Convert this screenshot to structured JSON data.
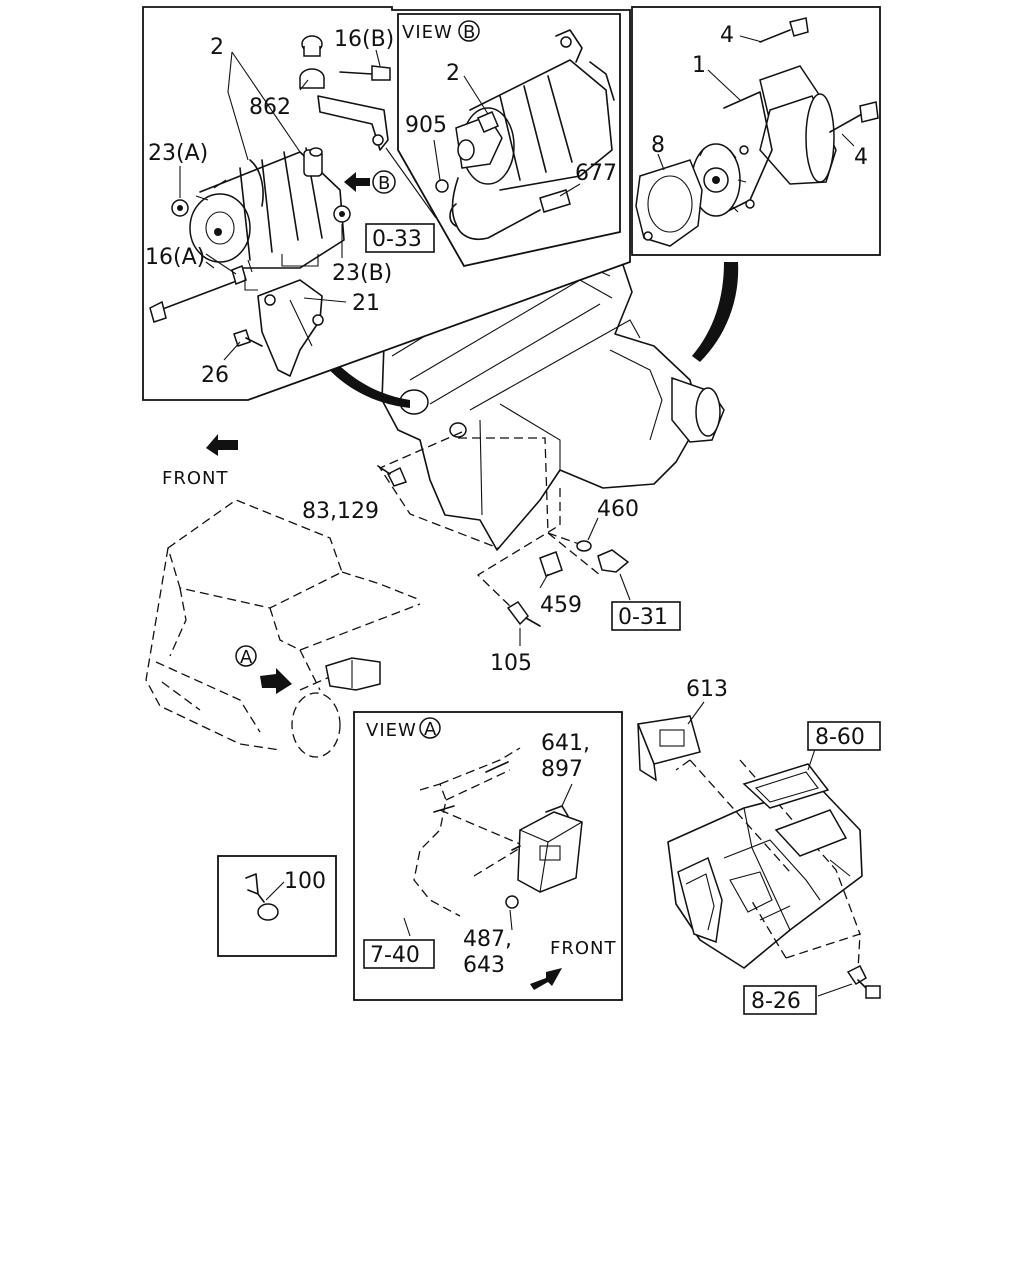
{
  "view_b_title": "VIEW",
  "view_b_letter": "B",
  "view_a_title": "VIEW",
  "view_a_letter": "A",
  "callouts": {
    "c2_left": "2",
    "c16b": "16(B)",
    "c862": "862",
    "c23a": "23(A)",
    "c16a": "16(A)",
    "c23b": "23(B)",
    "c21": "21",
    "c26": "26",
    "c2_viewb": "2",
    "c905": "905",
    "c677": "677",
    "c4_top": "4",
    "c1": "1",
    "c8": "8",
    "c4_right": "4",
    "c83_129": "83,129",
    "c460": "460",
    "c459": "459",
    "c105": "105",
    "c613": "613",
    "c641_897_line1": "641,",
    "c641_897_line2": "897",
    "c487_643_line1": "487,",
    "c487_643_line2": "643",
    "c100": "100"
  },
  "arrow_b_letter": "B",
  "truck_a_letter": "A",
  "front_top": "FRONT",
  "front_view_a": "FRONT",
  "refs": {
    "r0_33": "0-33",
    "r0_31": "0-31",
    "r8_60": "8-60",
    "r7_40": "7-40",
    "r8_26": "8-26"
  }
}
